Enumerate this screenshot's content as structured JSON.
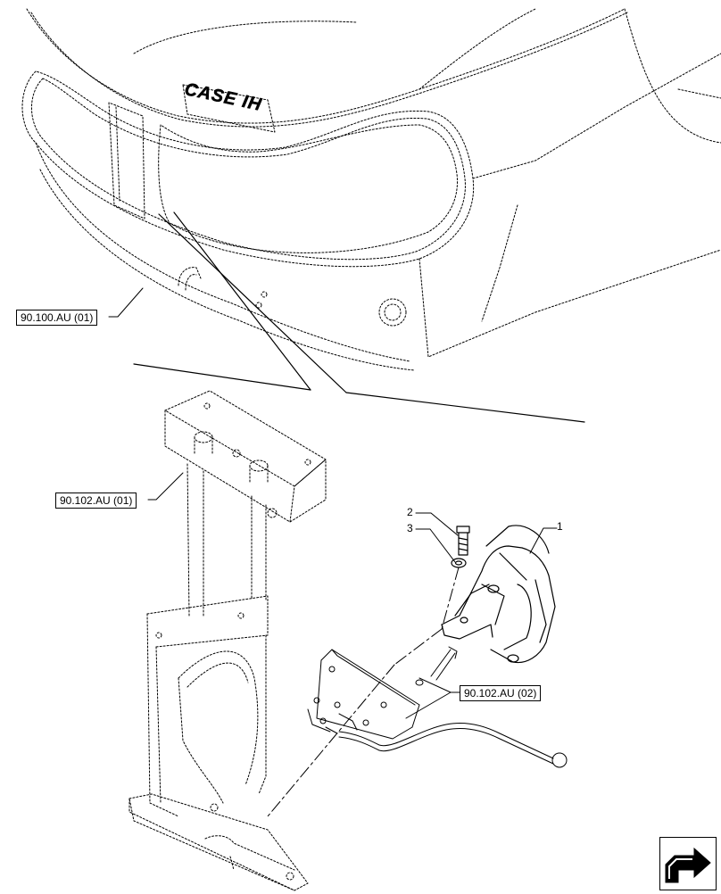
{
  "brand_logo_text": "CASE IH",
  "references": {
    "ref_hood": "90.100.AU (01)",
    "ref_bracket": "90.102.AU (01)",
    "ref_plate": "90.102.AU (02)"
  },
  "callouts": {
    "item1": "1",
    "item2": "2",
    "item3": "3"
  },
  "nav_icon": "next-page-arrow-icon"
}
